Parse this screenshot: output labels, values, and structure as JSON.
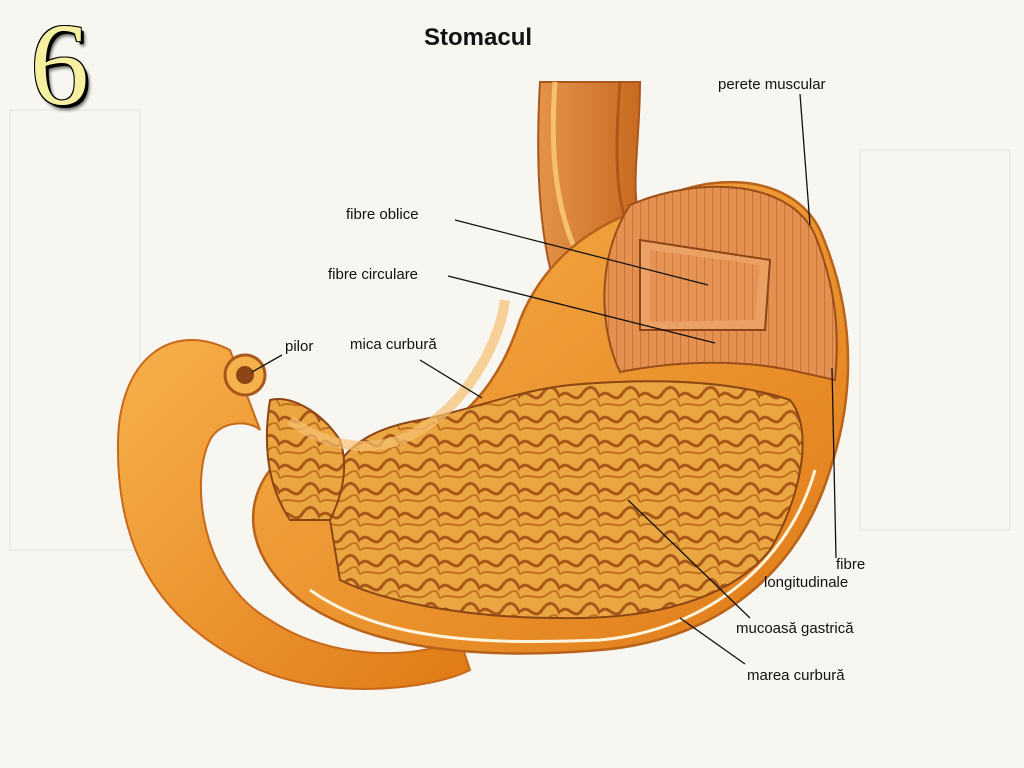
{
  "slide_number": "6",
  "title": "Stomacul",
  "labels": {
    "perete_muscular": "perete muscular",
    "fibre_oblice": "fibre oblice",
    "fibre_circulare": "fibre circulare",
    "pilor": "pilor",
    "mica_curbura": "mica curbură",
    "fibre_longitudinale_1": "fibre",
    "fibre_longitudinale_2": "longitudinale",
    "mucoasa_gastrica": "mucoasă gastrică",
    "marea_curbura": "marea curbură"
  },
  "colors": {
    "background": "#f7f6f1",
    "stomach_outer": "#e88a1e",
    "stomach_light": "#f6b24a",
    "mucosa": "#e9a23b",
    "mucosa_fold": "#b9651a",
    "muscle": "#dc8030",
    "slide_number": "#f4f0a0"
  }
}
